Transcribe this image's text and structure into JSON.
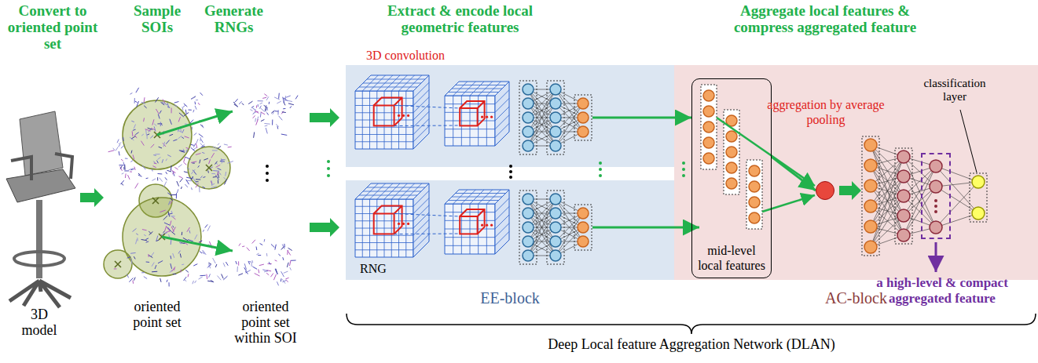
{
  "diagram": {
    "nodes": [
      {
        "text": [
          "EE-block"
        ]
      },
      {
        "text": [
          "AC-block"
        ]
      },
      {
        "text": [
          "mid-level local features"
        ],
        "in": 1
      },
      {
        "text": [
          "aggregation by average pooling"
        ],
        "in": 1
      },
      {
        "text": [
          "a high-level & compact aggregated feature"
        ],
        "in": 1
      }
    ],
    "edges": [
      {
        "from": 0,
        "to": 2,
        "arrow": "to"
      },
      {
        "from": 2,
        "to": 3,
        "arrow": "to"
      }
    ],
    "labels": [
      "Convert to oriented point set",
      "Sample SOIs",
      "Generate RNGs",
      "Extract & encode local geometric features",
      "Aggregate local features & compress aggregated feature",
      "3D convolution",
      "RNG",
      "classification layer",
      "3D model",
      "oriented point set",
      "oriented point set within SOI",
      "Deep Local feature Aggregation Network (DLAN)"
    ]
  }
}
